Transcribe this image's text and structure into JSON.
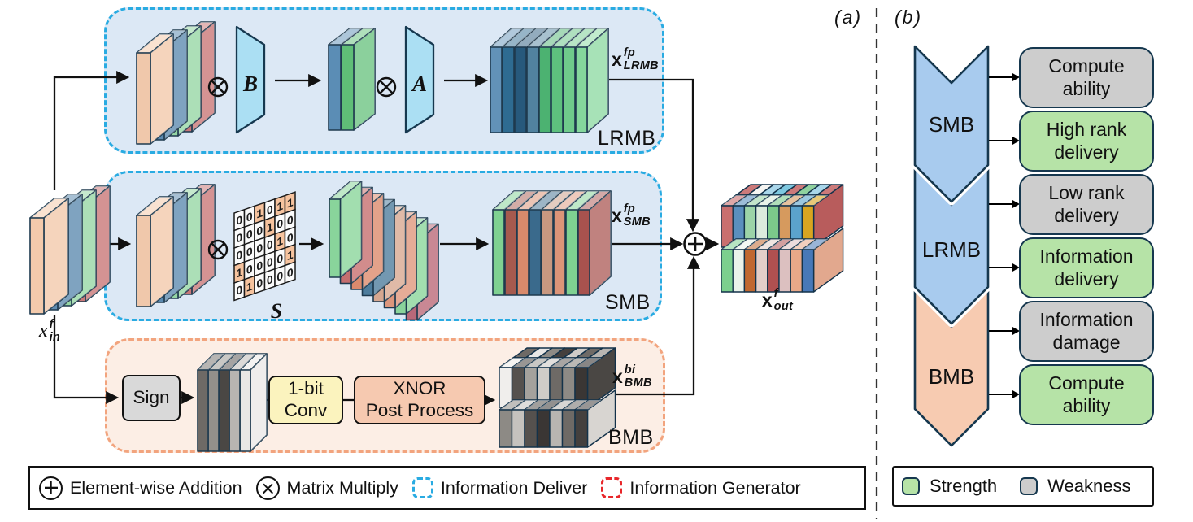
{
  "panel_a": {
    "label": "(a)",
    "blocks": {
      "lrmb": "LRMB",
      "smb": "SMB",
      "bmb": "BMB"
    },
    "operators": {
      "b": "B",
      "a": "A",
      "s": "S"
    },
    "boxes": {
      "sign": "Sign",
      "conv": [
        "1-bit",
        "Conv"
      ],
      "xnor": [
        "XNOR",
        "Post Process"
      ]
    },
    "math": {
      "x_in": {
        "base": "x",
        "sup": "f",
        "sub": "in"
      },
      "x_lrmb": {
        "base": "x",
        "sup": "fp",
        "sub": "LRMB"
      },
      "x_smb": {
        "base": "x",
        "sup": "fp",
        "sub": "SMB"
      },
      "x_bmb": {
        "base": "x",
        "sup": "bi",
        "sub": "BMB"
      },
      "x_out": {
        "base": "x",
        "sup": "f",
        "sub": "out"
      }
    },
    "matrix": {
      "rows": [
        [
          0,
          0,
          1,
          0,
          1,
          1
        ],
        [
          0,
          0,
          0,
          1,
          0,
          0
        ],
        [
          0,
          0,
          0,
          0,
          1,
          0
        ],
        [
          1,
          0,
          0,
          0,
          0,
          1
        ],
        [
          0,
          1,
          0,
          0,
          0,
          0
        ]
      ],
      "one_color": "#F6C39E",
      "zero_color": "#FBFBFB"
    },
    "legend": [
      {
        "icon": "plus-circle-icon",
        "label": "Element-wise Addition"
      },
      {
        "icon": "times-circle-icon",
        "label": "Matrix Multiply"
      },
      {
        "icon": "dashed-box-blue-icon",
        "label": "Information Deliver",
        "color": "#29ABE2"
      },
      {
        "icon": "dashed-box-red-icon",
        "label": "Information Generator",
        "color": "#E8262A"
      }
    ]
  },
  "panel_b": {
    "label": "(b)",
    "chevrons": [
      {
        "label": "SMB",
        "color": "#A8CBEE"
      },
      {
        "label": "LRMB",
        "color": "#A8CBEE"
      },
      {
        "label": "BMB",
        "color": "#F7CBB1"
      }
    ],
    "boxes": [
      {
        "label": "Compute ability",
        "type": "weakness"
      },
      {
        "label": "High rank delivery",
        "type": "strength"
      },
      {
        "label": "Low rank delivery",
        "type": "weakness"
      },
      {
        "label": "Information delivery",
        "type": "strength"
      },
      {
        "label": "Information damage",
        "type": "weakness"
      },
      {
        "label": "Compute ability",
        "type": "strength"
      }
    ],
    "legend": [
      {
        "label": "Strength",
        "color": "#B6E3A7"
      },
      {
        "label": "Weakness",
        "color": "#CDCDCD"
      }
    ]
  },
  "colors": {
    "block_fill_blue": "#DCE8F5",
    "block_border_blue": "#29ABE2",
    "block_fill_peach": "#FCEEE5",
    "block_border_peach": "#F2A47E",
    "strength_green": "#B6E3A7",
    "weakness_gray": "#CDCDCD",
    "chevron_border": "#16384F",
    "trapezoid_fill": "#ABDFF3",
    "tensor4": [
      "#F2C4A3",
      "#4E80A8",
      "#8CD39B",
      "#C46A6A"
    ],
    "pair2": [
      "#5B8DB5",
      "#5FBE77"
    ],
    "lrmb_out": [
      "#6292B8",
      "#2E6B91",
      "#27597C",
      "#51829F",
      "#4CB271",
      "#5EC07E",
      "#6FCB8B",
      "#85D79C"
    ],
    "smb_mid": [
      "#7FD191",
      "#C16060",
      "#D97F5E",
      "#3E7194",
      "#D4A085",
      "#DC8D6F",
      "#7FD191",
      "#B55A6B"
    ],
    "smb_out": [
      "#7FD191",
      "#A65A4E",
      "#D98A6B",
      "#3A6A8C",
      "#C89880",
      "#DC9478",
      "#7FD191",
      "#A8524E"
    ],
    "bmb_gray": [
      "#6E6A66",
      "#93908B",
      "#4A4744",
      "#B8B5B1",
      "#E9E7E5"
    ],
    "out_cube": {
      "back": [
        "#CC7A7A",
        "#F5F5F2",
        "#A9D6EA",
        "#7EC8E0",
        "#CC7A7A",
        "#8FD19E",
        "#A9D6EA",
        "#CC7A7A"
      ],
      "top_fronts": [
        "#C96F6F",
        "#5B8FBE",
        "#9CD4A8",
        "#DCEBDD",
        "#7CC98A",
        "#D69A5E",
        "#5BA3CC",
        "#D9A520"
      ],
      "bottom_fronts": [
        "#7CCF8E",
        "#EAF2EA",
        "#C06830",
        "#E3CFC8",
        "#B05050",
        "#DCC0C0",
        "#E8A888",
        "#4878B8"
      ],
      "side_top": "#B85C5C",
      "side_bottom": "#E2A88E"
    },
    "bmb_cube": {
      "back": [
        "#6E6A66",
        "#E9E7E5",
        "#8D8A85",
        "#44403E",
        "#CFCCC8",
        "#6E6A66",
        "#B8B5B1"
      ],
      "top_fronts": [
        "#F0EEEC",
        "#55514E",
        "#A5A29D",
        "#CFCCC8",
        "#6E6A66",
        "#8D8A85",
        "#3A3634"
      ],
      "bottom_fronts": [
        "#8D8A85",
        "#C5C2BE",
        "#55514E",
        "#3A3634",
        "#B8B5B1",
        "#6E6A66",
        "#44403E"
      ],
      "side_top": "#4A4744",
      "side_bottom": "#D8D5D1"
    }
  }
}
